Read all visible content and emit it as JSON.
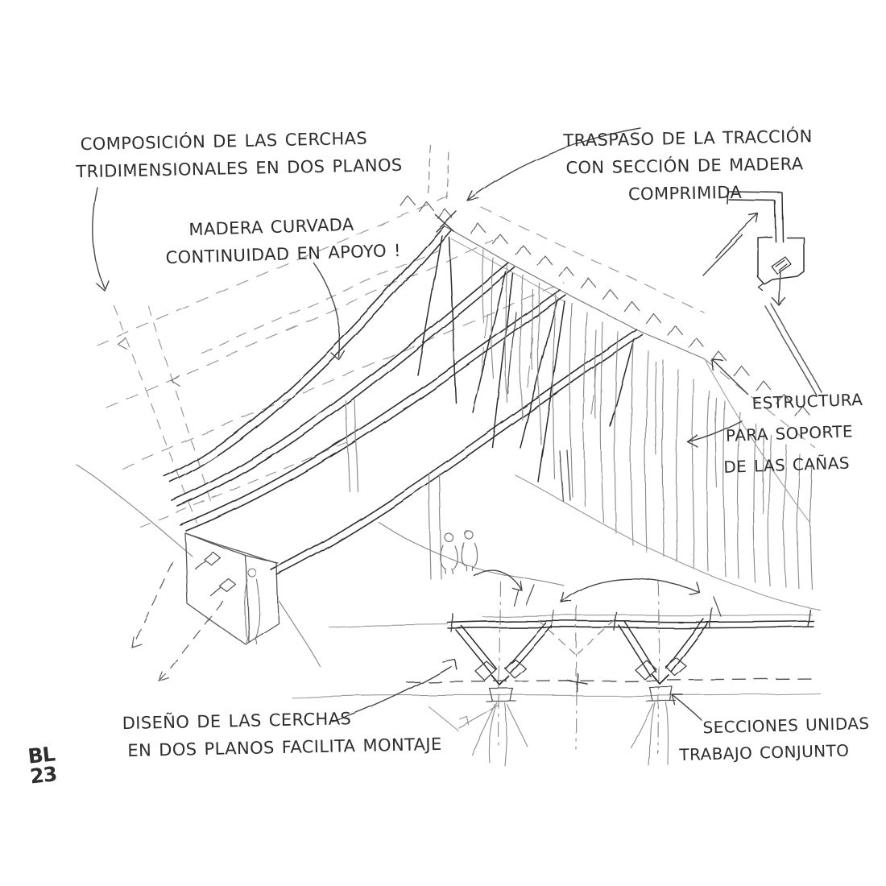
{
  "canvas": {
    "background": "#ffffff",
    "ink_dark": "#2d2d2d",
    "ink_light": "#8c8c8c"
  },
  "annotations": {
    "composicion": {
      "line1": "COMPOSICIÓN DE LAS CERCHAS",
      "line2": "TRIDIMENSIONALES EN DOS PLANOS"
    },
    "madera": {
      "line1": "MADERA CURVADA",
      "line2": "CONTINUIDAD EN APOYO !"
    },
    "traspaso": {
      "line1": "TRASPASO DE LA TRACCIÓN",
      "line2": "CON SECCIÓN DE MADERA",
      "line3": "COMPRIMIDA"
    },
    "estructura": {
      "line1": "ESTRUCTURA",
      "line2": "PARA SOPORTE",
      "line3": "DE LAS CAÑAS"
    },
    "diseno": {
      "line1": "DISEÑO DE LAS CERCHAS",
      "line2": "EN DOS PLANOS FACILITA MONTAJE"
    },
    "secciones": {
      "line1": "SECCIONES UNIDAS",
      "line2": "TRABAJO CONJUNTO"
    },
    "firma": {
      "line1": "BL",
      "line2": "23"
    }
  }
}
